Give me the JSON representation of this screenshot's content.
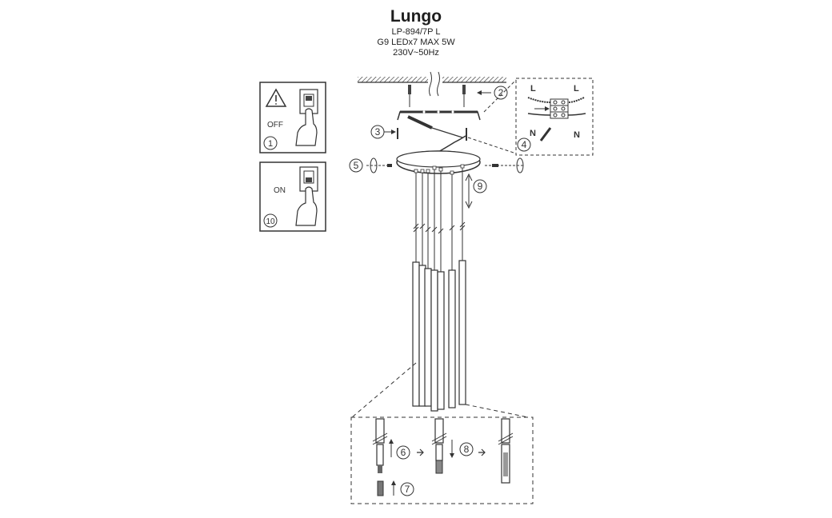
{
  "product": {
    "name": "Lungo",
    "model": "LP-894/7P L",
    "bulb": "G9 LEDx7 MAX 5W",
    "voltage": "230V~50Hz"
  },
  "switch_panels": [
    {
      "label": "OFF",
      "step": "1",
      "icon": "warning-triangle-icon"
    },
    {
      "label": "ON",
      "step": "10",
      "icon": "hand-pressing-switch-icon"
    }
  ],
  "steps": {
    "s2": "2",
    "s3": "3",
    "s4": "4",
    "s5": "5",
    "s6": "6",
    "s7": "7",
    "s8": "8",
    "s9": "9"
  },
  "wiring_labels": {
    "live_left": "L",
    "live_right": "L",
    "neutral_left": "N",
    "neutral_right": "N"
  }
}
